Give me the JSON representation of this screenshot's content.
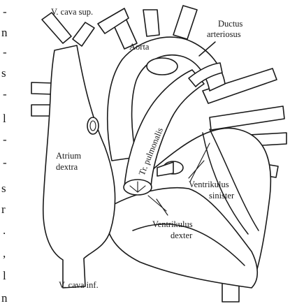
{
  "labels": {
    "v_cava_sup": "V. cava sup.",
    "ductus_line1": "Ductus",
    "ductus_line2": "arteriosus",
    "aorta": "Aorta",
    "tr_pulmonalis": "Tr. pulmonalis",
    "atrium_line1": "Atrium",
    "atrium_line2": "dextra",
    "vent_sin_line1": "Ventrikulus",
    "vent_sin_line2": "sinister",
    "vent_dex_line1": "Ventrikulus",
    "vent_dex_line2": "dexter",
    "v_cava_inf": "V. cava inf."
  },
  "edge_text": [
    "-",
    "n",
    "-",
    "s",
    "-",
    "l",
    "-",
    "-",
    "s",
    "r",
    ".",
    ",",
    "l",
    "n"
  ]
}
